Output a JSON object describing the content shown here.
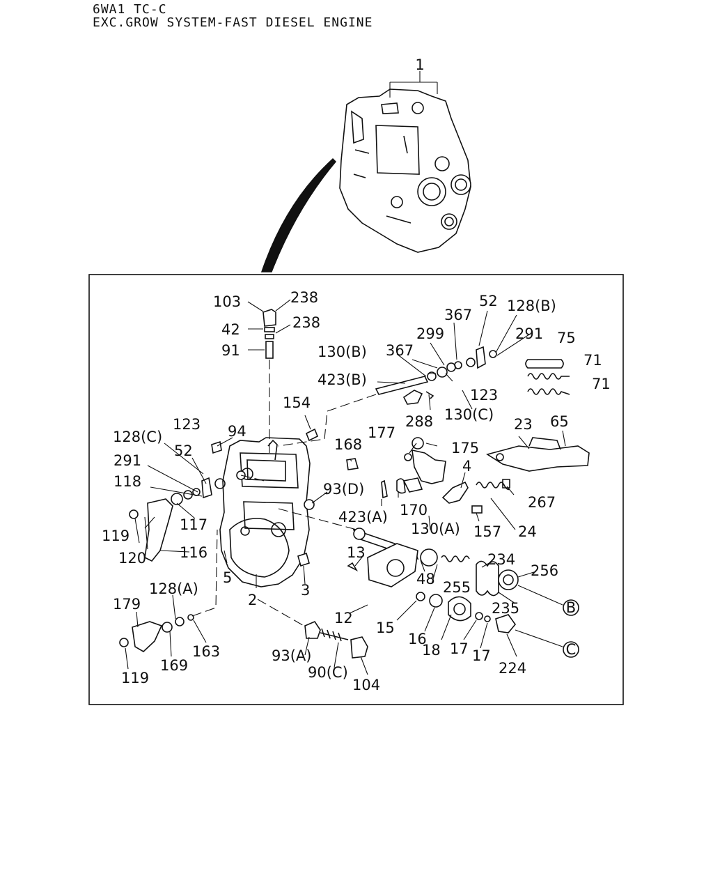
{
  "header": {
    "model": "6WA1 TC-C",
    "description": "EXC.GROW SYSTEM-FAST DIESEL ENGINE"
  },
  "diagram": {
    "callouts": [
      {
        "id": "c1",
        "text": "1"
      },
      {
        "id": "c103",
        "text": "103"
      },
      {
        "id": "c238a",
        "text": "238"
      },
      {
        "id": "c42",
        "text": "42"
      },
      {
        "id": "c238b",
        "text": "238"
      },
      {
        "id": "c91",
        "text": "91"
      },
      {
        "id": "c52a",
        "text": "52"
      },
      {
        "id": "c128b",
        "text": "128(B)"
      },
      {
        "id": "c367a",
        "text": "367"
      },
      {
        "id": "c291a",
        "text": "291"
      },
      {
        "id": "c75",
        "text": "75"
      },
      {
        "id": "c299",
        "text": "299"
      },
      {
        "id": "c130b",
        "text": "130(B)"
      },
      {
        "id": "c367b",
        "text": "367"
      },
      {
        "id": "c71a",
        "text": "71"
      },
      {
        "id": "c423b",
        "text": "423(B)"
      },
      {
        "id": "c71b",
        "text": "71"
      },
      {
        "id": "c123a",
        "text": "123"
      },
      {
        "id": "c154",
        "text": "154"
      },
      {
        "id": "c288",
        "text": "288"
      },
      {
        "id": "c130c",
        "text": "130(C)"
      },
      {
        "id": "c23",
        "text": "23"
      },
      {
        "id": "c65",
        "text": "65"
      },
      {
        "id": "c123b",
        "text": "123"
      },
      {
        "id": "c94",
        "text": "94"
      },
      {
        "id": "c177",
        "text": "177"
      },
      {
        "id": "c168",
        "text": "168"
      },
      {
        "id": "c175",
        "text": "175"
      },
      {
        "id": "c128c",
        "text": "128(C)"
      },
      {
        "id": "c52b",
        "text": "52"
      },
      {
        "id": "c4",
        "text": "4"
      },
      {
        "id": "c291b",
        "text": "291"
      },
      {
        "id": "c93d",
        "text": "93(D)"
      },
      {
        "id": "c267",
        "text": "267"
      },
      {
        "id": "c118",
        "text": "118"
      },
      {
        "id": "c170",
        "text": "170"
      },
      {
        "id": "c117",
        "text": "117"
      },
      {
        "id": "c423a",
        "text": "423(A)"
      },
      {
        "id": "c130a",
        "text": "130(A)"
      },
      {
        "id": "c157",
        "text": "157"
      },
      {
        "id": "c24",
        "text": "24"
      },
      {
        "id": "c119a",
        "text": "119"
      },
      {
        "id": "c116",
        "text": "116"
      },
      {
        "id": "c120",
        "text": "120"
      },
      {
        "id": "c13",
        "text": "13"
      },
      {
        "id": "c234",
        "text": "234"
      },
      {
        "id": "c256",
        "text": "256"
      },
      {
        "id": "c5",
        "text": "5"
      },
      {
        "id": "c48",
        "text": "48"
      },
      {
        "id": "c255",
        "text": "255"
      },
      {
        "id": "c3",
        "text": "3"
      },
      {
        "id": "c2",
        "text": "2"
      },
      {
        "id": "c235",
        "text": "235"
      },
      {
        "id": "c128a",
        "text": "128(A)"
      },
      {
        "id": "c179",
        "text": "179"
      },
      {
        "id": "c12",
        "text": "12"
      },
      {
        "id": "c15",
        "text": "15"
      },
      {
        "id": "c16",
        "text": "16"
      },
      {
        "id": "c18",
        "text": "18"
      },
      {
        "id": "c17a",
        "text": "17"
      },
      {
        "id": "c17b",
        "text": "17"
      },
      {
        "id": "c163",
        "text": "163"
      },
      {
        "id": "c169",
        "text": "169"
      },
      {
        "id": "c93a",
        "text": "93(A)"
      },
      {
        "id": "c224",
        "text": "224"
      },
      {
        "id": "c119b",
        "text": "119"
      },
      {
        "id": "c90c",
        "text": "90(C)"
      },
      {
        "id": "c104",
        "text": "104"
      }
    ],
    "connectors": [
      {
        "id": "connB",
        "text": "B"
      },
      {
        "id": "connC",
        "text": "C"
      }
    ]
  }
}
